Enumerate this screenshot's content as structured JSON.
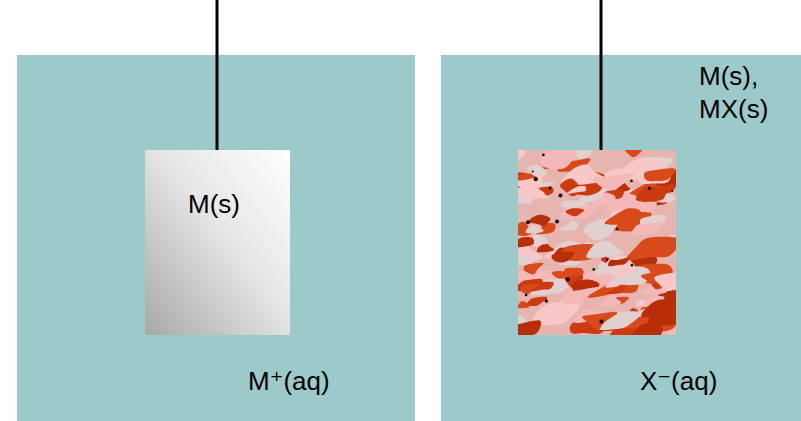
{
  "diagram": {
    "nodes": [
      {
        "text": [
          "M⁺(aq)"
        ]
      },
      {
        "text": [
          "M(s)"
        ],
        "in": 0
      },
      {
        "text": [
          "X⁻(aq)"
        ]
      },
      {
        "text": [
          "M(s), MX(s)"
        ],
        "in": 2
      }
    ]
  }
}
